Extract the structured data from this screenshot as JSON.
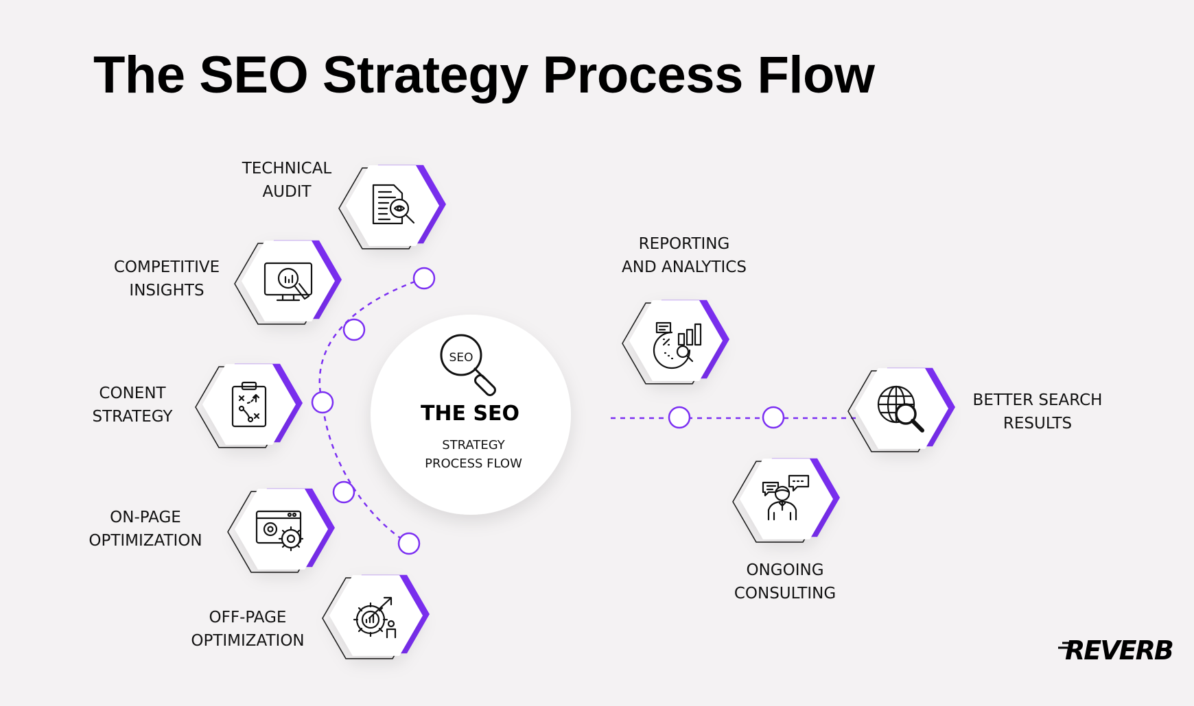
{
  "title": "The SEO Strategy Process Flow",
  "center": {
    "title": "THE SEO",
    "subtitle_lines": [
      "STRATEGY",
      "PROCESS FLOW"
    ],
    "icon_text": "SEO",
    "icon": "seo-magnifier-icon"
  },
  "steps": [
    {
      "id": "technical-audit",
      "lines": [
        "TECHNICAL",
        "AUDIT"
      ],
      "icon": "document-audit-icon"
    },
    {
      "id": "competitive-insights",
      "lines": [
        "COMPETITIVE",
        "INSIGHTS"
      ],
      "icon": "monitor-analysis-icon"
    },
    {
      "id": "content-strategy",
      "lines": [
        "CONENT",
        "STRATEGY"
      ],
      "icon": "strategy-clipboard-icon"
    },
    {
      "id": "on-page-optimization",
      "lines": [
        "ON-PAGE",
        "OPTIMIZATION"
      ],
      "icon": "browser-gears-icon"
    },
    {
      "id": "off-page-optimization",
      "lines": [
        "OFF-PAGE",
        "OPTIMIZATION"
      ],
      "icon": "growth-gear-icon"
    },
    {
      "id": "reporting-and-analytics",
      "lines": [
        "REPORTING",
        "AND ANALYTICS"
      ],
      "icon": "analytics-chart-icon"
    },
    {
      "id": "better-search-results",
      "lines": [
        "BETTER SEARCH",
        "RESULTS"
      ],
      "icon": "globe-search-icon"
    },
    {
      "id": "ongoing-consulting",
      "lines": [
        "ONGOING",
        "CONSULTING"
      ],
      "icon": "consultant-chat-icon"
    }
  ],
  "colors": {
    "accent": "#7b2ff2",
    "background": "#f4f2f3",
    "hexagon": "#ffffff",
    "ink": "#111111"
  },
  "logo": {
    "text": "REVERB",
    "icon": "reverb-logo"
  }
}
